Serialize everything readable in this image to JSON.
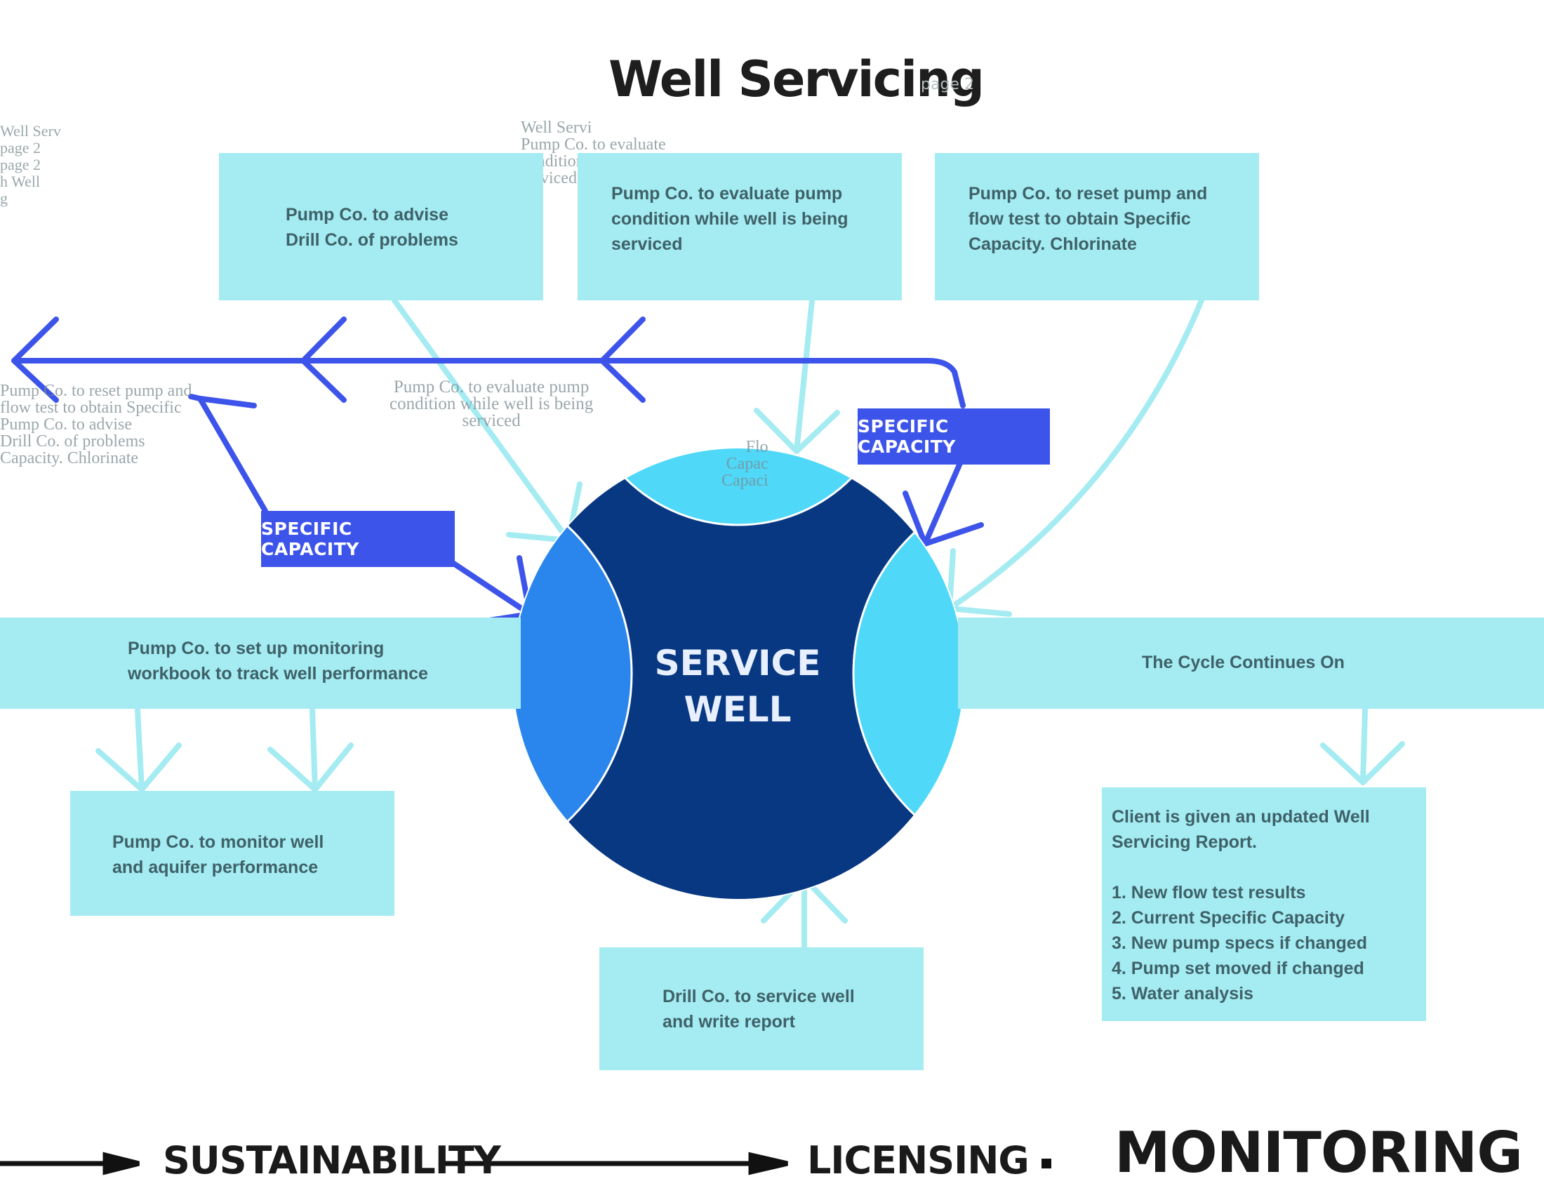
{
  "header": {
    "title": "Well Servicing",
    "page_note": "page 2"
  },
  "center": {
    "line1": "SERVICE",
    "line2": "WELL"
  },
  "boxes": {
    "advise": "Pump Co. to advise\nDrill Co. of problems",
    "evaluate": "Pump Co. to evaluate pump\ncondition while well is being\nserviced",
    "reset": "Pump Co. to reset pump and\nflow test to obtain Specific\nCapacity. Chlorinate",
    "monitoring_setup": "Pump Co. to set up monitoring\nworkbook to track well performance",
    "cycle": "The Cycle Continues On",
    "monitor": "Pump Co. to monitor well\nand aquifer performance",
    "drill": "Drill Co. to service well\nand write report",
    "report": "Client is given an updated Well\nServicing Report.\n\n1. New flow test results\n2. Current Specific Capacity\n3. New pump specs if changed\n4. Pump set moved if changed\n5. Water analysis"
  },
  "tags": {
    "left": "SPECIFIC CAPACITY",
    "right": "SPECIFIC CAPACITY"
  },
  "ghost_text": {
    "top_left": "Well Serv\npage 2\npage 2\nh Well\ng",
    "top_mid": "Well Servi\nPump Co. to evaluate\ncondition while well is\nserviced",
    "mid_left": "Pump Co. to reset pump and\nflow test to obtain Specific\nPump Co. to advise\nDrill Co. of problems\nCapacity. Chlorinate",
    "mid_center": "Pump Co. to evaluate pump\ncondition while well is being\nserviced",
    "mid_right": "Flo\nCapac\nCapaci"
  },
  "footer": {
    "sustainability": "SUSTAINABILITY",
    "licensing": "LICENSING",
    "monitoring": "MONITORING"
  },
  "colors": {
    "box_fill": "#a4ebf2",
    "light_arrow": "#a4ebf2",
    "dark_arrow": "#3d54ea",
    "tag_fill": "#3d54ea",
    "circle_core": "#083882",
    "circle_left": "#2a86ec",
    "circle_top_right": "#50d8f8"
  }
}
